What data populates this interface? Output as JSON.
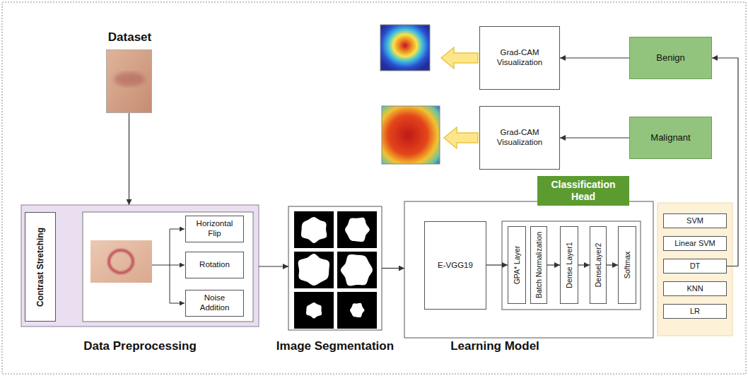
{
  "diagram": {
    "nodes": [
      {
        "text": [
          "Dataset"
        ]
      },
      {
        "text": [
          "Grad-CAM Visualization"
        ]
      },
      {
        "text": [
          "Benign"
        ]
      },
      {
        "text": [
          "Grad-CAM Visualization"
        ]
      },
      {
        "text": [
          "Malignant"
        ]
      },
      {
        "text": [
          "Classification Head"
        ]
      },
      {
        "text": [
          "Data Preprocessing"
        ]
      },
      {
        "text": [
          "Contrast Stretching"
        ],
        "in": 6
      },
      {
        "text": [
          "Horizontal Flip"
        ],
        "in": 6
      },
      {
        "text": [
          "Rotation"
        ],
        "in": 6
      },
      {
        "text": [
          "Noise Addition"
        ],
        "in": 6
      },
      {
        "text": [
          "Image Segmentation"
        ]
      },
      {
        "text": [
          "Learning Model"
        ]
      },
      {
        "text": [
          "E-VGG19"
        ],
        "in": 12
      },
      {
        "text": [
          "GPA* Layer"
        ],
        "in": 12
      },
      {
        "text": [
          "Batch Normalization"
        ],
        "in": 12
      },
      {
        "text": [
          "Dense Layer1"
        ],
        "in": 12
      },
      {
        "text": [
          "DenseLayer2"
        ],
        "in": 12
      },
      {
        "text": [
          "Softmax"
        ],
        "in": 12
      },
      {
        "text": [
          "SVM"
        ]
      },
      {
        "text": [
          "Linear SVM"
        ]
      },
      {
        "text": [
          "DT"
        ]
      },
      {
        "text": [
          "KNN"
        ]
      },
      {
        "text": [
          "LR"
        ]
      }
    ],
    "edges": [
      {
        "from": 0,
        "to": 6,
        "arrow": "to"
      },
      {
        "from": 6,
        "to": 11,
        "arrow": "to"
      },
      {
        "from": 11,
        "to": 12,
        "arrow": "to"
      },
      {
        "from": 13,
        "to": 14,
        "arrow": "to"
      },
      {
        "from": 15,
        "to": 16,
        "arrow": "to"
      },
      {
        "from": 16,
        "to": 17,
        "arrow": "to"
      },
      {
        "from": 17,
        "to": 18,
        "arrow": "to"
      },
      {
        "from": 21,
        "to": 2,
        "arrow": "to"
      },
      {
        "from": 2,
        "to": 1,
        "arrow": "to"
      },
      {
        "from": 4,
        "to": 3,
        "arrow": "to"
      }
    ]
  }
}
